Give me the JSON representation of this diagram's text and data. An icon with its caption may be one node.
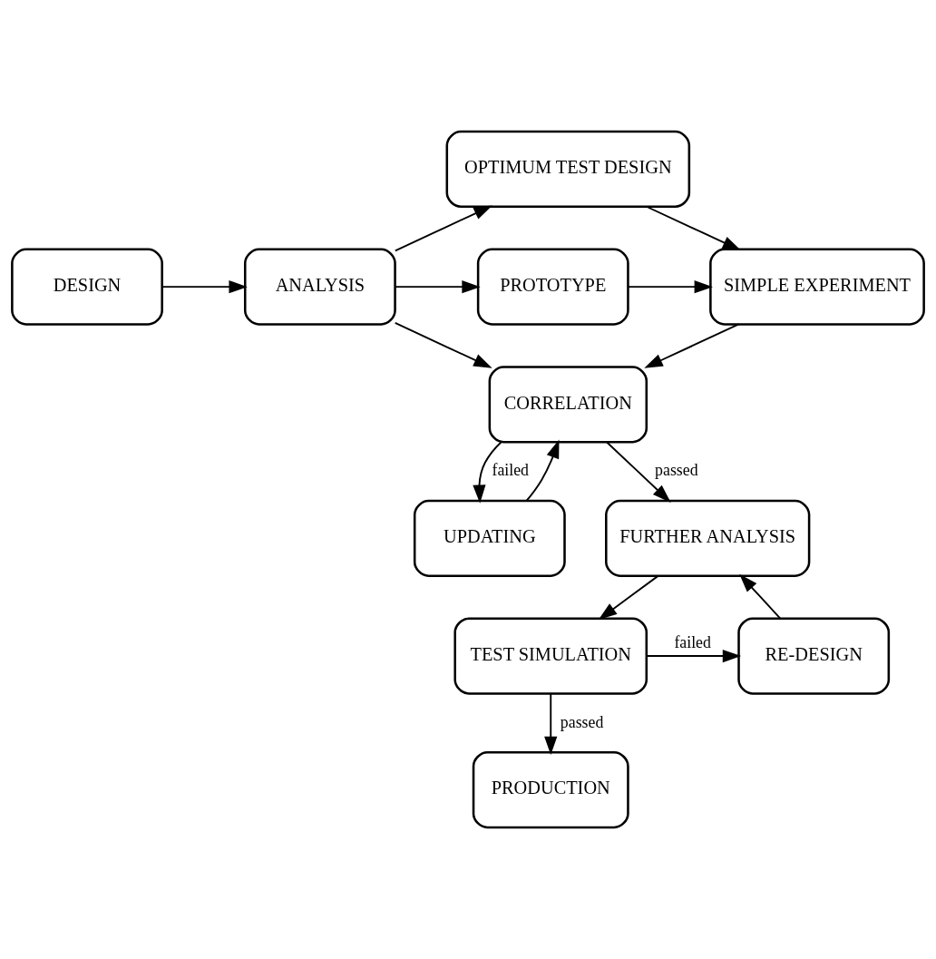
{
  "diagram": {
    "nodes": [
      {
        "text": [
          "OPTIMUM TEST DESIGN"
        ]
      },
      {
        "text": [
          "DESIGN"
        ]
      },
      {
        "text": [
          "ANALYSIS"
        ]
      },
      {
        "text": [
          "PROTOTYPE"
        ]
      },
      {
        "text": [
          "SIMPLE EXPERIMENT"
        ]
      },
      {
        "text": [
          "CORRELATION"
        ]
      },
      {
        "text": [
          "UPDATING"
        ]
      },
      {
        "text": [
          "FURTHER ANALYSIS"
        ]
      },
      {
        "text": [
          "TEST SIMULATION"
        ]
      },
      {
        "text": [
          "RE-DESIGN"
        ]
      },
      {
        "text": [
          "PRODUCTION"
        ]
      }
    ],
    "edges": [
      {
        "from": 1,
        "to": 2,
        "arrow": "to"
      },
      {
        "from": 2,
        "to": 0,
        "arrow": "to"
      },
      {
        "from": 2,
        "to": 3,
        "arrow": "to"
      },
      {
        "from": 0,
        "to": 4,
        "arrow": "to"
      },
      {
        "from": 3,
        "to": 4,
        "arrow": "to"
      },
      {
        "from": 2,
        "to": 5,
        "arrow": "to"
      },
      {
        "from": 4,
        "to": 5,
        "arrow": "to"
      },
      {
        "from": 5,
        "to": 7,
        "arrow": "to",
        "label": "passed"
      },
      {
        "from": 5,
        "to": 6,
        "arrow": "to",
        "label": "failed"
      },
      {
        "from": 6,
        "to": 5,
        "arrow": "to"
      },
      {
        "from": 7,
        "to": 8,
        "arrow": "to"
      },
      {
        "from": 8,
        "to": 9,
        "arrow": "to",
        "label": "failed"
      },
      {
        "from": 9,
        "to": 7,
        "arrow": "to"
      },
      {
        "from": 8,
        "to": 10,
        "arrow": "to",
        "label": "passed"
      }
    ]
  }
}
